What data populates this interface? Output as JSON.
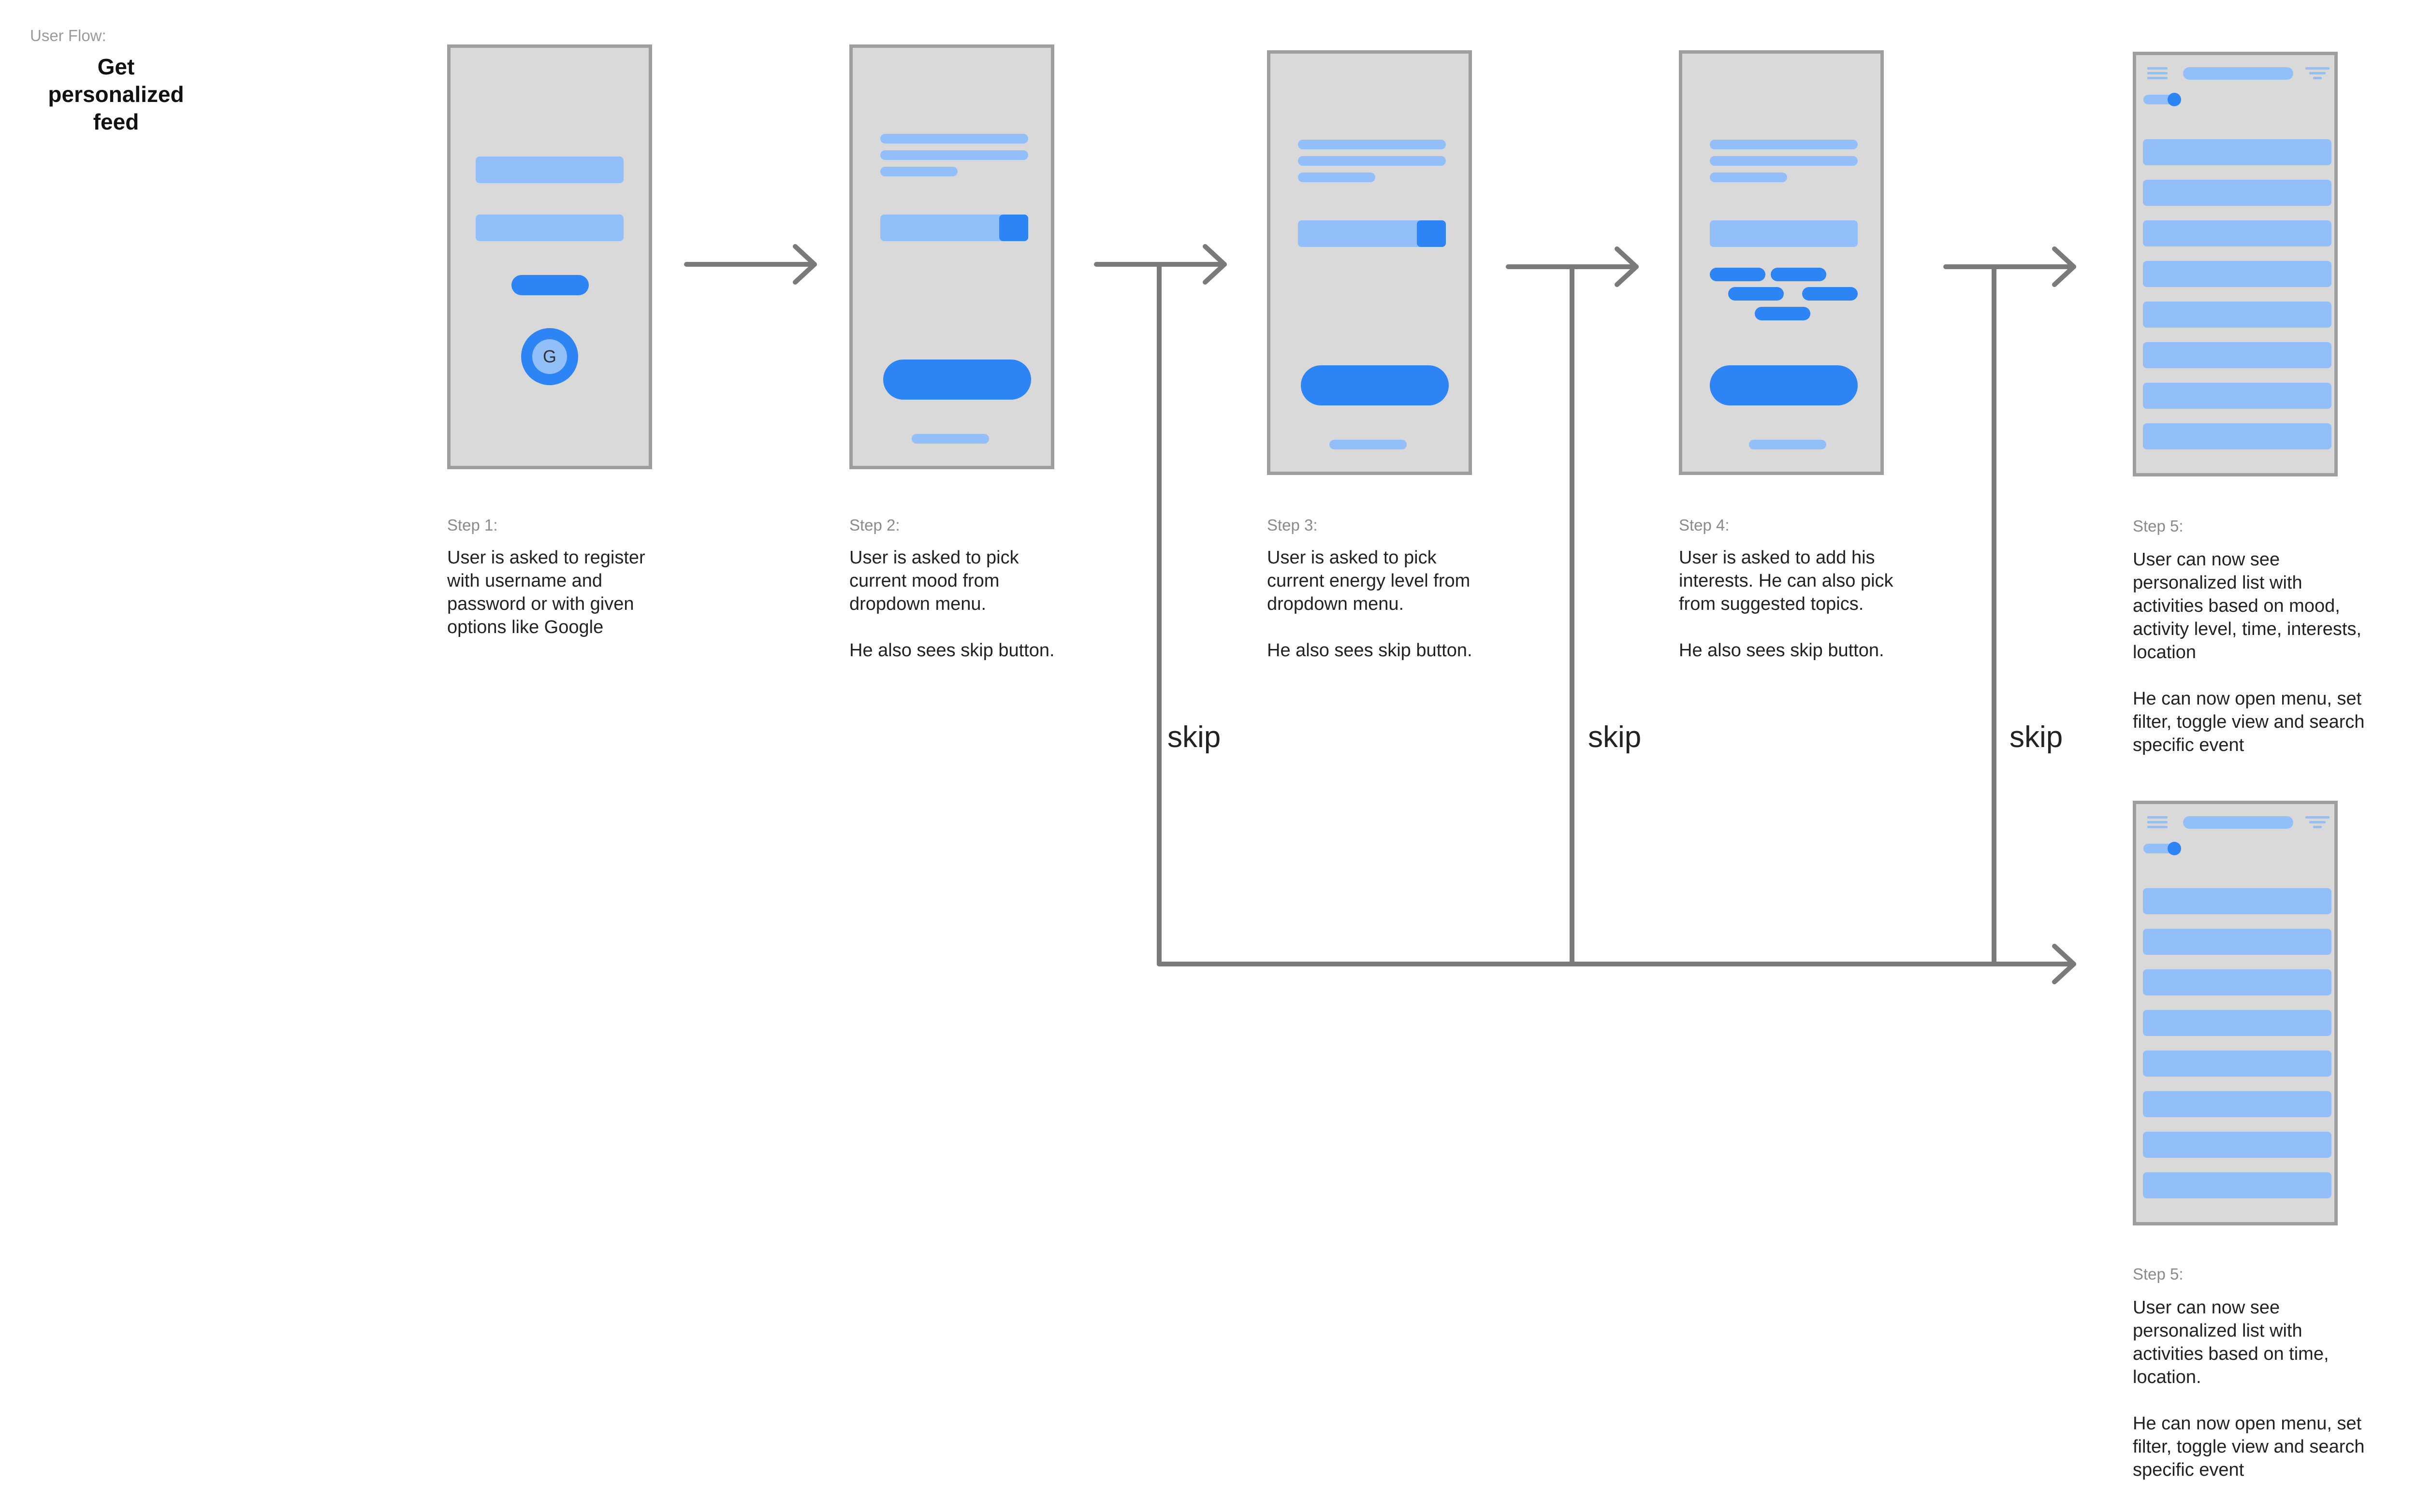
{
  "header": {
    "flow_label": "User Flow:",
    "title": "Get personalized feed"
  },
  "steps": [
    {
      "label": "Step 1:",
      "description": [
        "User is asked to register with username and password or with given options like Google"
      ]
    },
    {
      "label": "Step 2:",
      "description": [
        "User is asked to pick current mood from dropdown menu.",
        "He also sees skip button."
      ]
    },
    {
      "label": "Step 3:",
      "description": [
        "User is asked to pick current energy level from dropdown menu.",
        "He also sees skip button."
      ]
    },
    {
      "label": "Step 4:",
      "description": [
        "User is asked to add his interests. He can also pick from suggested topics.",
        "He also sees skip button."
      ]
    },
    {
      "label": "Step 5:",
      "description": [
        "User can now see personalized list with activities based on mood, activity level, time, interests, location",
        "He can now open menu, set filter, toggle view and search specific event"
      ]
    },
    {
      "label": "Step 5:",
      "description": [
        "User can now see personalized list with activities based on time, location.",
        "He can now open menu, set filter, toggle view and search specific event"
      ]
    }
  ],
  "google_button": {
    "letter": "G"
  },
  "skip_labels": [
    "skip",
    "skip",
    "skip"
  ],
  "colors": {
    "phone_fill": "#d9d9d9",
    "phone_border": "#9e9e9e",
    "light_blue": "#92bff9",
    "dark_blue": "#2d84f4",
    "connector": "#7a7a7a"
  }
}
